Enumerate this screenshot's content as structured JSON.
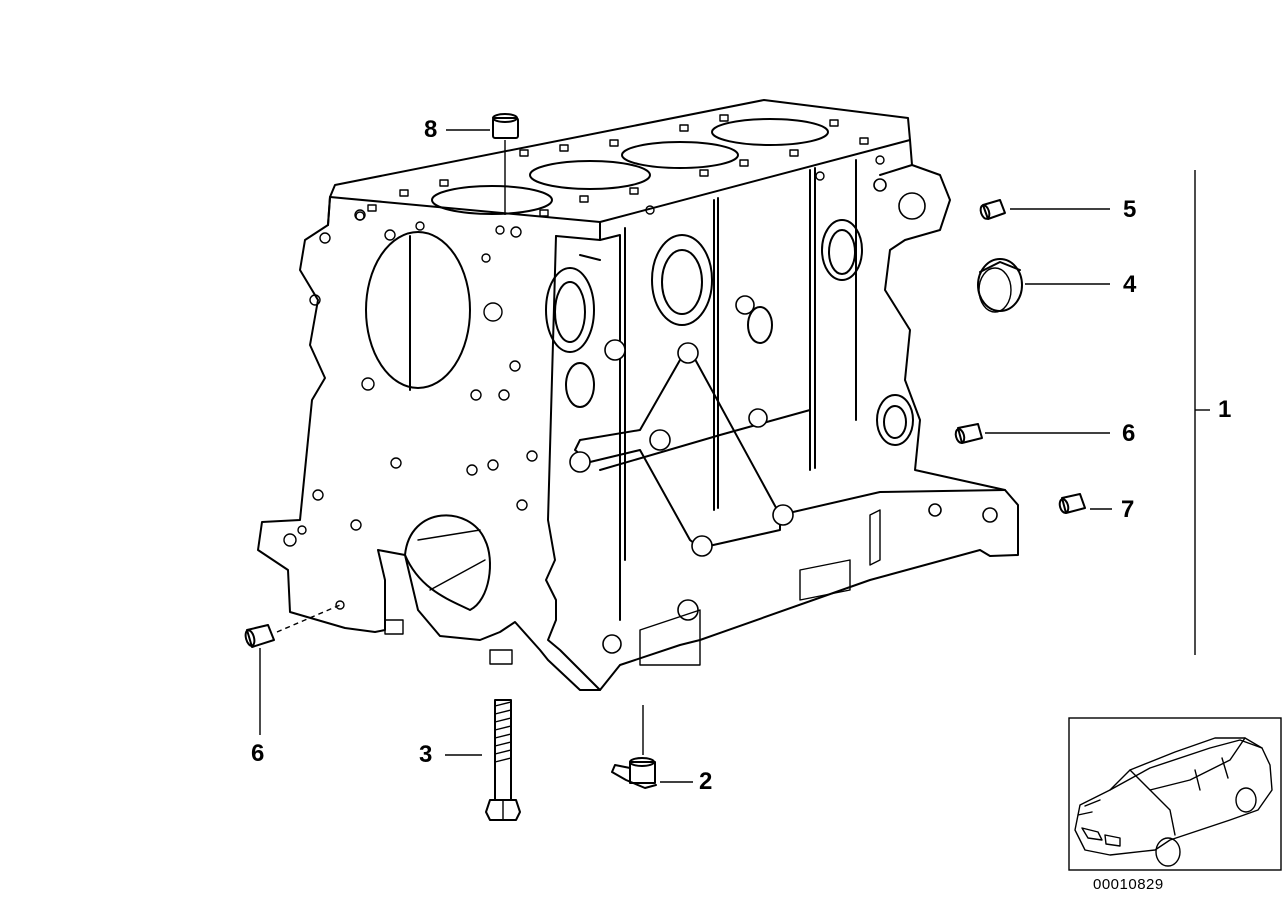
{
  "diagram": {
    "callouts": [
      {
        "id": "c8",
        "label": "8"
      },
      {
        "id": "c5",
        "label": "5"
      },
      {
        "id": "c4",
        "label": "4"
      },
      {
        "id": "c1",
        "label": "1"
      },
      {
        "id": "c6a",
        "label": "6"
      },
      {
        "id": "c7",
        "label": "7"
      },
      {
        "id": "c6b",
        "label": "6"
      },
      {
        "id": "c3",
        "label": "3"
      },
      {
        "id": "c2",
        "label": "2"
      }
    ],
    "inset": {
      "code": "00010829",
      "icon": "car-silhouette-icon"
    },
    "main_part_icon": "engine-block-icon"
  }
}
